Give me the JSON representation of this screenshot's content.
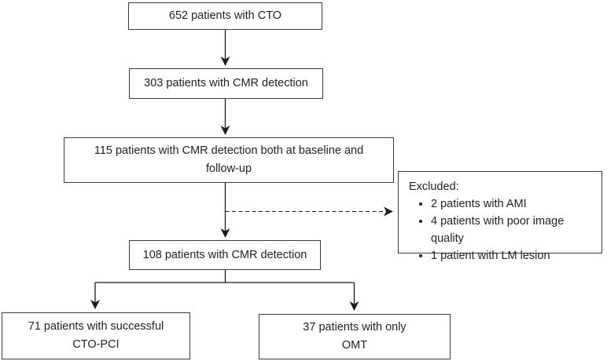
{
  "diagram": {
    "nodes": {
      "cto": "652 patients with CTO",
      "cmr303": "303 patients with CMR detection",
      "baseline": "115 patients with CMR detection both at baseline and\nfollow-up",
      "cmr108": "108 patients with CMR detection",
      "pci": "71 patients with successful\nCTO-PCI",
      "omt": "37 patients with only\nOMT"
    },
    "excluded": {
      "title": "Excluded:",
      "items": [
        "2 patients with AMI",
        "4 patients with poor image quality",
        "1 patient with LM lesion"
      ]
    },
    "colors": {
      "line": "#1c1c1c",
      "border": "#3b3b3b",
      "text": "#231f20",
      "background": "#ffffff"
    }
  }
}
